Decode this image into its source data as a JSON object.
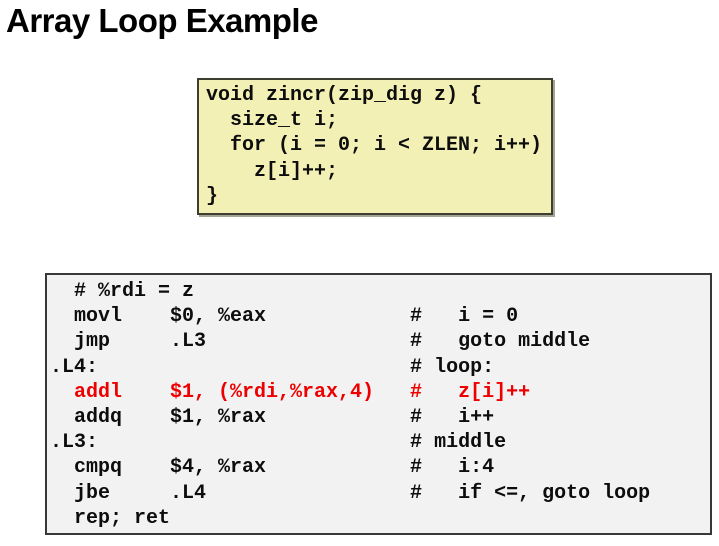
{
  "title": "Array Loop Example",
  "colors": {
    "highlight": "#ee0000",
    "c_box_bg": "#f3f0b5",
    "asm_box_bg": "#f2f2f2"
  },
  "c_code": {
    "lines": [
      "void zincr(zip_dig z) {",
      "  size_t i;",
      "  for (i = 0; i < ZLEN; i++)",
      "    z[i]++;",
      "}"
    ]
  },
  "asm": {
    "highlight_line": 4,
    "lines": [
      "  # %rdi = z",
      "  movl    $0, %eax            #   i = 0",
      "  jmp     .L3                 #   goto middle",
      ".L4:                          # loop:",
      "  addl    $1, (%rdi,%rax,4)   #   z[i]++",
      "  addq    $1, %rax            #   i++",
      ".L3:                          # middle",
      "  cmpq    $4, %rax            #   i:4",
      "  jbe     .L4                 #   if <=, goto loop",
      "  rep; ret"
    ]
  }
}
